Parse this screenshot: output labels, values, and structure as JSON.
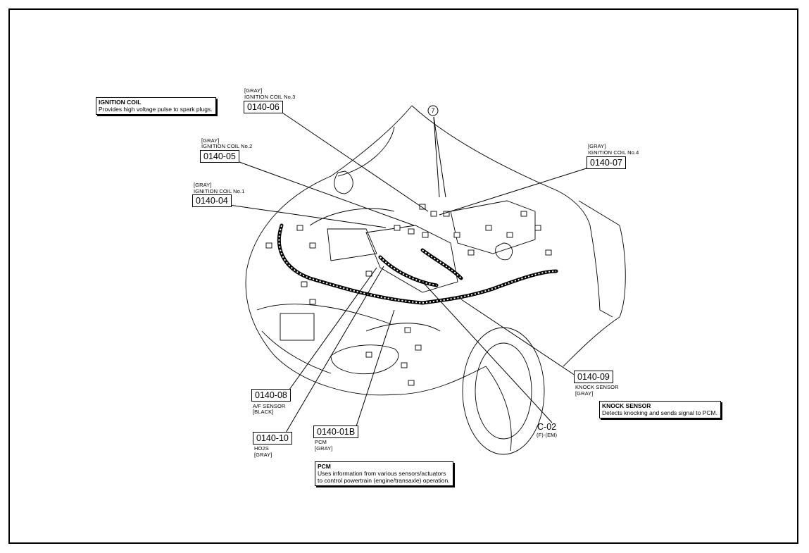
{
  "callouts": [
    {
      "id": "c04",
      "code": "0140-04",
      "color": "[GRAY]",
      "name": "IGNITION COIL No.1"
    },
    {
      "id": "c05",
      "code": "0140-05",
      "color": "[GRAY]",
      "name": "IGNITION COIL No.2"
    },
    {
      "id": "c06",
      "code": "0140-06",
      "color": "[GRAY]",
      "name": "IGNITION COIL No.3"
    },
    {
      "id": "c07",
      "code": "0140-07",
      "color": "[GRAY]",
      "name": "IGNITION COIL No.4"
    },
    {
      "id": "c08",
      "code": "0140-08",
      "name": "A/F SENSOR",
      "color": "[BLACK]"
    },
    {
      "id": "c10",
      "code": "0140-10",
      "name": "HO2S",
      "color": "[GRAY]"
    },
    {
      "id": "c01b",
      "code": "0140-01B",
      "name": "PCM",
      "color": "[GRAY]"
    },
    {
      "id": "c09",
      "code": "0140-09",
      "name": "KNOCK SENSOR",
      "color": "[GRAY]"
    }
  ],
  "connector": {
    "code": "C-02",
    "sub": "(F)-(EM)"
  },
  "ground_marker": "7",
  "info_boxes": {
    "ignition_coil": {
      "title": "IGNITION COIL",
      "lines": [
        "Provides high voltage pulse to spark plugs."
      ]
    },
    "knock_sensor": {
      "title": "KNOCK SENSOR",
      "lines": [
        "Detects knocking and sends signal to PCM."
      ]
    },
    "pcm": {
      "title": "PCM",
      "lines": [
        "Uses information from various sensors/actuators",
        "to control powertrain (engine/transaxle) operation."
      ]
    }
  }
}
